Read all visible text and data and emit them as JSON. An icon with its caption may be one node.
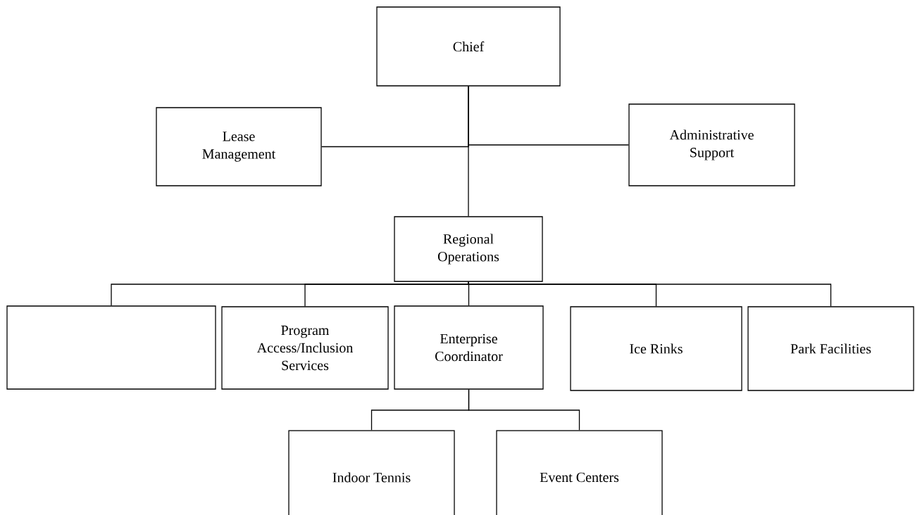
{
  "diagram": {
    "nodes": [
      {
        "text": [
          "Chief"
        ]
      },
      {
        "text": [
          "Lease Management"
        ]
      },
      {
        "text": [
          "Administrative Support"
        ]
      },
      {
        "text": [
          "Regional Operations"
        ]
      },
      {
        "text": [],
        "shape": "box"
      },
      {
        "text": [
          "Program Access/Inclusion Services"
        ]
      },
      {
        "text": [
          "Enterprise Coordinator"
        ]
      },
      {
        "text": [
          "Ice Rinks"
        ]
      },
      {
        "text": [
          "Park Facilities"
        ]
      },
      {
        "text": [
          "Indoor Tennis"
        ]
      },
      {
        "text": [
          "Event Centers"
        ]
      }
    ],
    "edges": [
      {
        "from": 0,
        "to": 1,
        "arrow": "none"
      },
      {
        "from": 0,
        "to": 2,
        "arrow": "none"
      },
      {
        "from": 0,
        "to": 3,
        "arrow": "none"
      },
      {
        "from": 3,
        "to": 4,
        "arrow": "none"
      },
      {
        "from": 3,
        "to": 5,
        "arrow": "none"
      },
      {
        "from": 3,
        "to": 6,
        "arrow": "none"
      },
      {
        "from": 3,
        "to": 7,
        "arrow": "none"
      },
      {
        "from": 3,
        "to": 8,
        "arrow": "none"
      },
      {
        "from": 6,
        "to": 9,
        "arrow": "none"
      },
      {
        "from": 6,
        "to": 10,
        "arrow": "none"
      }
    ]
  }
}
